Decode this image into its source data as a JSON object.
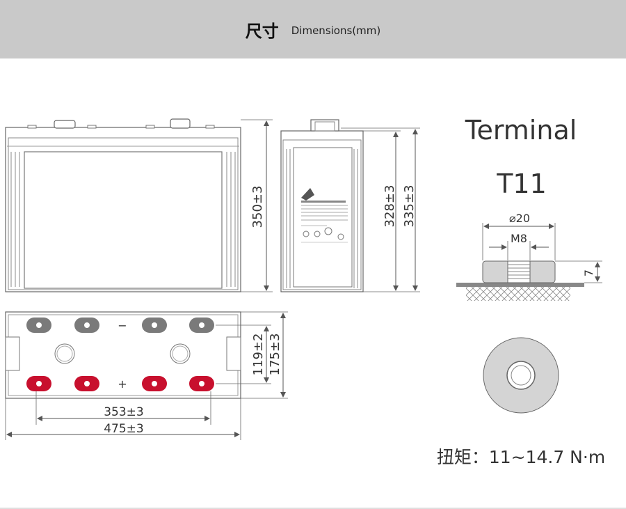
{
  "header": {
    "title_zh": "尺寸",
    "title_en": "Dimensions(mm)"
  },
  "front_view": {
    "height_label": "350±3"
  },
  "side_view": {
    "height_inner_label": "328±3",
    "height_outer_label": "335±3"
  },
  "top_view": {
    "width_inner_label": "119±2",
    "width_outer_label": "175±3",
    "terminal_spacing_label": "353±3",
    "length_label": "475±3",
    "negative_sign": "−",
    "positive_sign": "+"
  },
  "terminal": {
    "title": "Terminal",
    "model": "T11",
    "outer_diameter_label": "⌀20",
    "thread_label": "M8",
    "height_label": "7",
    "torque_label": "扭矩：11~14.7 N·m"
  },
  "colors": {
    "header_bg": "#c9c9c9",
    "positive": "#c8102e",
    "negative": "#7a7a7a",
    "line": "#555555"
  }
}
